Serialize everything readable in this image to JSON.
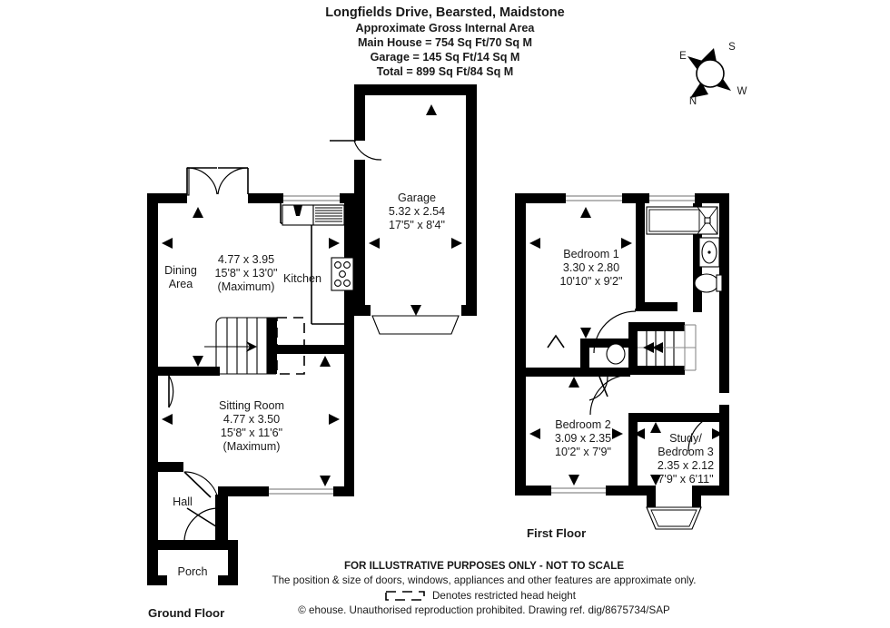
{
  "header": {
    "title": "Longfields Drive, Bearsted, Maidstone",
    "line1": "Approximate Gross Internal Area",
    "line2": "Main House = 754 Sq Ft/70 Sq M",
    "line3": "Garage = 145 Sq Ft/14 Sq M",
    "line4": "Total = 899 Sq Ft/84 Sq M"
  },
  "compass": {
    "top_left": "E",
    "top_right": "S",
    "bottom_left": "N",
    "bottom_right": "W"
  },
  "floors": {
    "ground_label": "Ground Floor",
    "first_label": "First Floor"
  },
  "rooms": {
    "dining": {
      "name_line1": "Dining",
      "name_line2": "Area"
    },
    "kitchen": {
      "name": "Kitchen"
    },
    "dining_kitchen_dims": {
      "metric": "4.77 x 3.95",
      "imperial": "15'8\" x 13'0\"",
      "note": "(Maximum)"
    },
    "sitting": {
      "name": "Sitting Room",
      "metric": "4.77 x 3.50",
      "imperial": "15'8\" x 11'6\"",
      "note": "(Maximum)"
    },
    "hall": {
      "name": "Hall"
    },
    "porch": {
      "name": "Porch"
    },
    "garage": {
      "name": "Garage",
      "metric": "5.32 x 2.54",
      "imperial": "17'5\" x 8'4\""
    },
    "bedroom1": {
      "name": "Bedroom 1",
      "metric": "3.30 x 2.80",
      "imperial": "10'10\" x 9'2\""
    },
    "bedroom2": {
      "name": "Bedroom 2",
      "metric": "3.09 x 2.35",
      "imperial": "10'2\" x 7'9\""
    },
    "bedroom3": {
      "name_line1": "Study/",
      "name_line2": "Bedroom 3",
      "metric": "2.35 x 2.12",
      "imperial": "7'9\" x 6'11\""
    }
  },
  "footer": {
    "disclaimer": "FOR ILLUSTRATIVE PURPOSES ONLY - NOT TO SCALE",
    "approximate": "The position & size of doors, windows, appliances and other features are approximate only.",
    "legend": "Denotes restricted head height",
    "copyright": "© ehouse. Unauthorised reproduction prohibited. Drawing ref. dig/8675734/SAP"
  },
  "colors": {
    "wall": "#000000",
    "background": "#ffffff",
    "window": "#6f6f6f",
    "text": "#1a1a1a"
  }
}
